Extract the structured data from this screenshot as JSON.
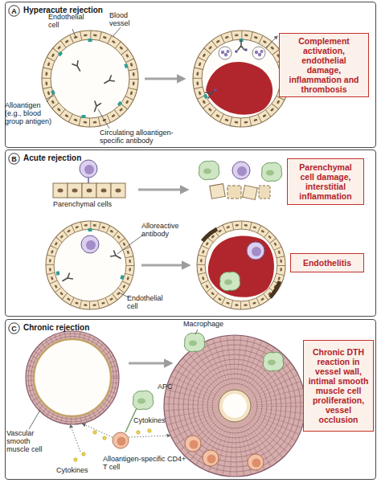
{
  "diagram": {
    "nodes": [
      {
        "text": [
          "Hyperacute rejection"
        ]
      },
      {
        "text": [
          "A"
        ],
        "in": 0
      },
      {
        "text": [
          "Complement activation, endothelial damage, inflammation and thrombosis"
        ],
        "in": 0
      },
      {
        "text": [
          "Acute rejection"
        ]
      },
      {
        "text": [
          "B"
        ],
        "in": 3
      },
      {
        "text": [
          "Parenchymal cell damage, interstitial inflammation"
        ],
        "in": 3
      },
      {
        "text": [
          "Endothelitis"
        ],
        "in": 3
      },
      {
        "text": [
          "Chronic rejection"
        ]
      },
      {
        "text": [
          "C"
        ],
        "in": 7
      },
      {
        "text": [
          "Chronic DTH reaction in vessel wall, intimal smooth muscle cell proliferation, vessel occlusion"
        ],
        "in": 7
      }
    ],
    "labels": [
      "Endothelial cell",
      "Blood vessel",
      "Alloantigen (e.g., blood group antigen)",
      "Circulating alloantigen-specific antibody",
      "Parenchymal cells",
      "Alloreactive antibody",
      "Endothelial cell",
      "Macrophage",
      "APC",
      "Cytokines",
      "Vascular smooth muscle cell",
      "Cytokines",
      "Alloantigen-specific CD4+ T cell"
    ]
  }
}
